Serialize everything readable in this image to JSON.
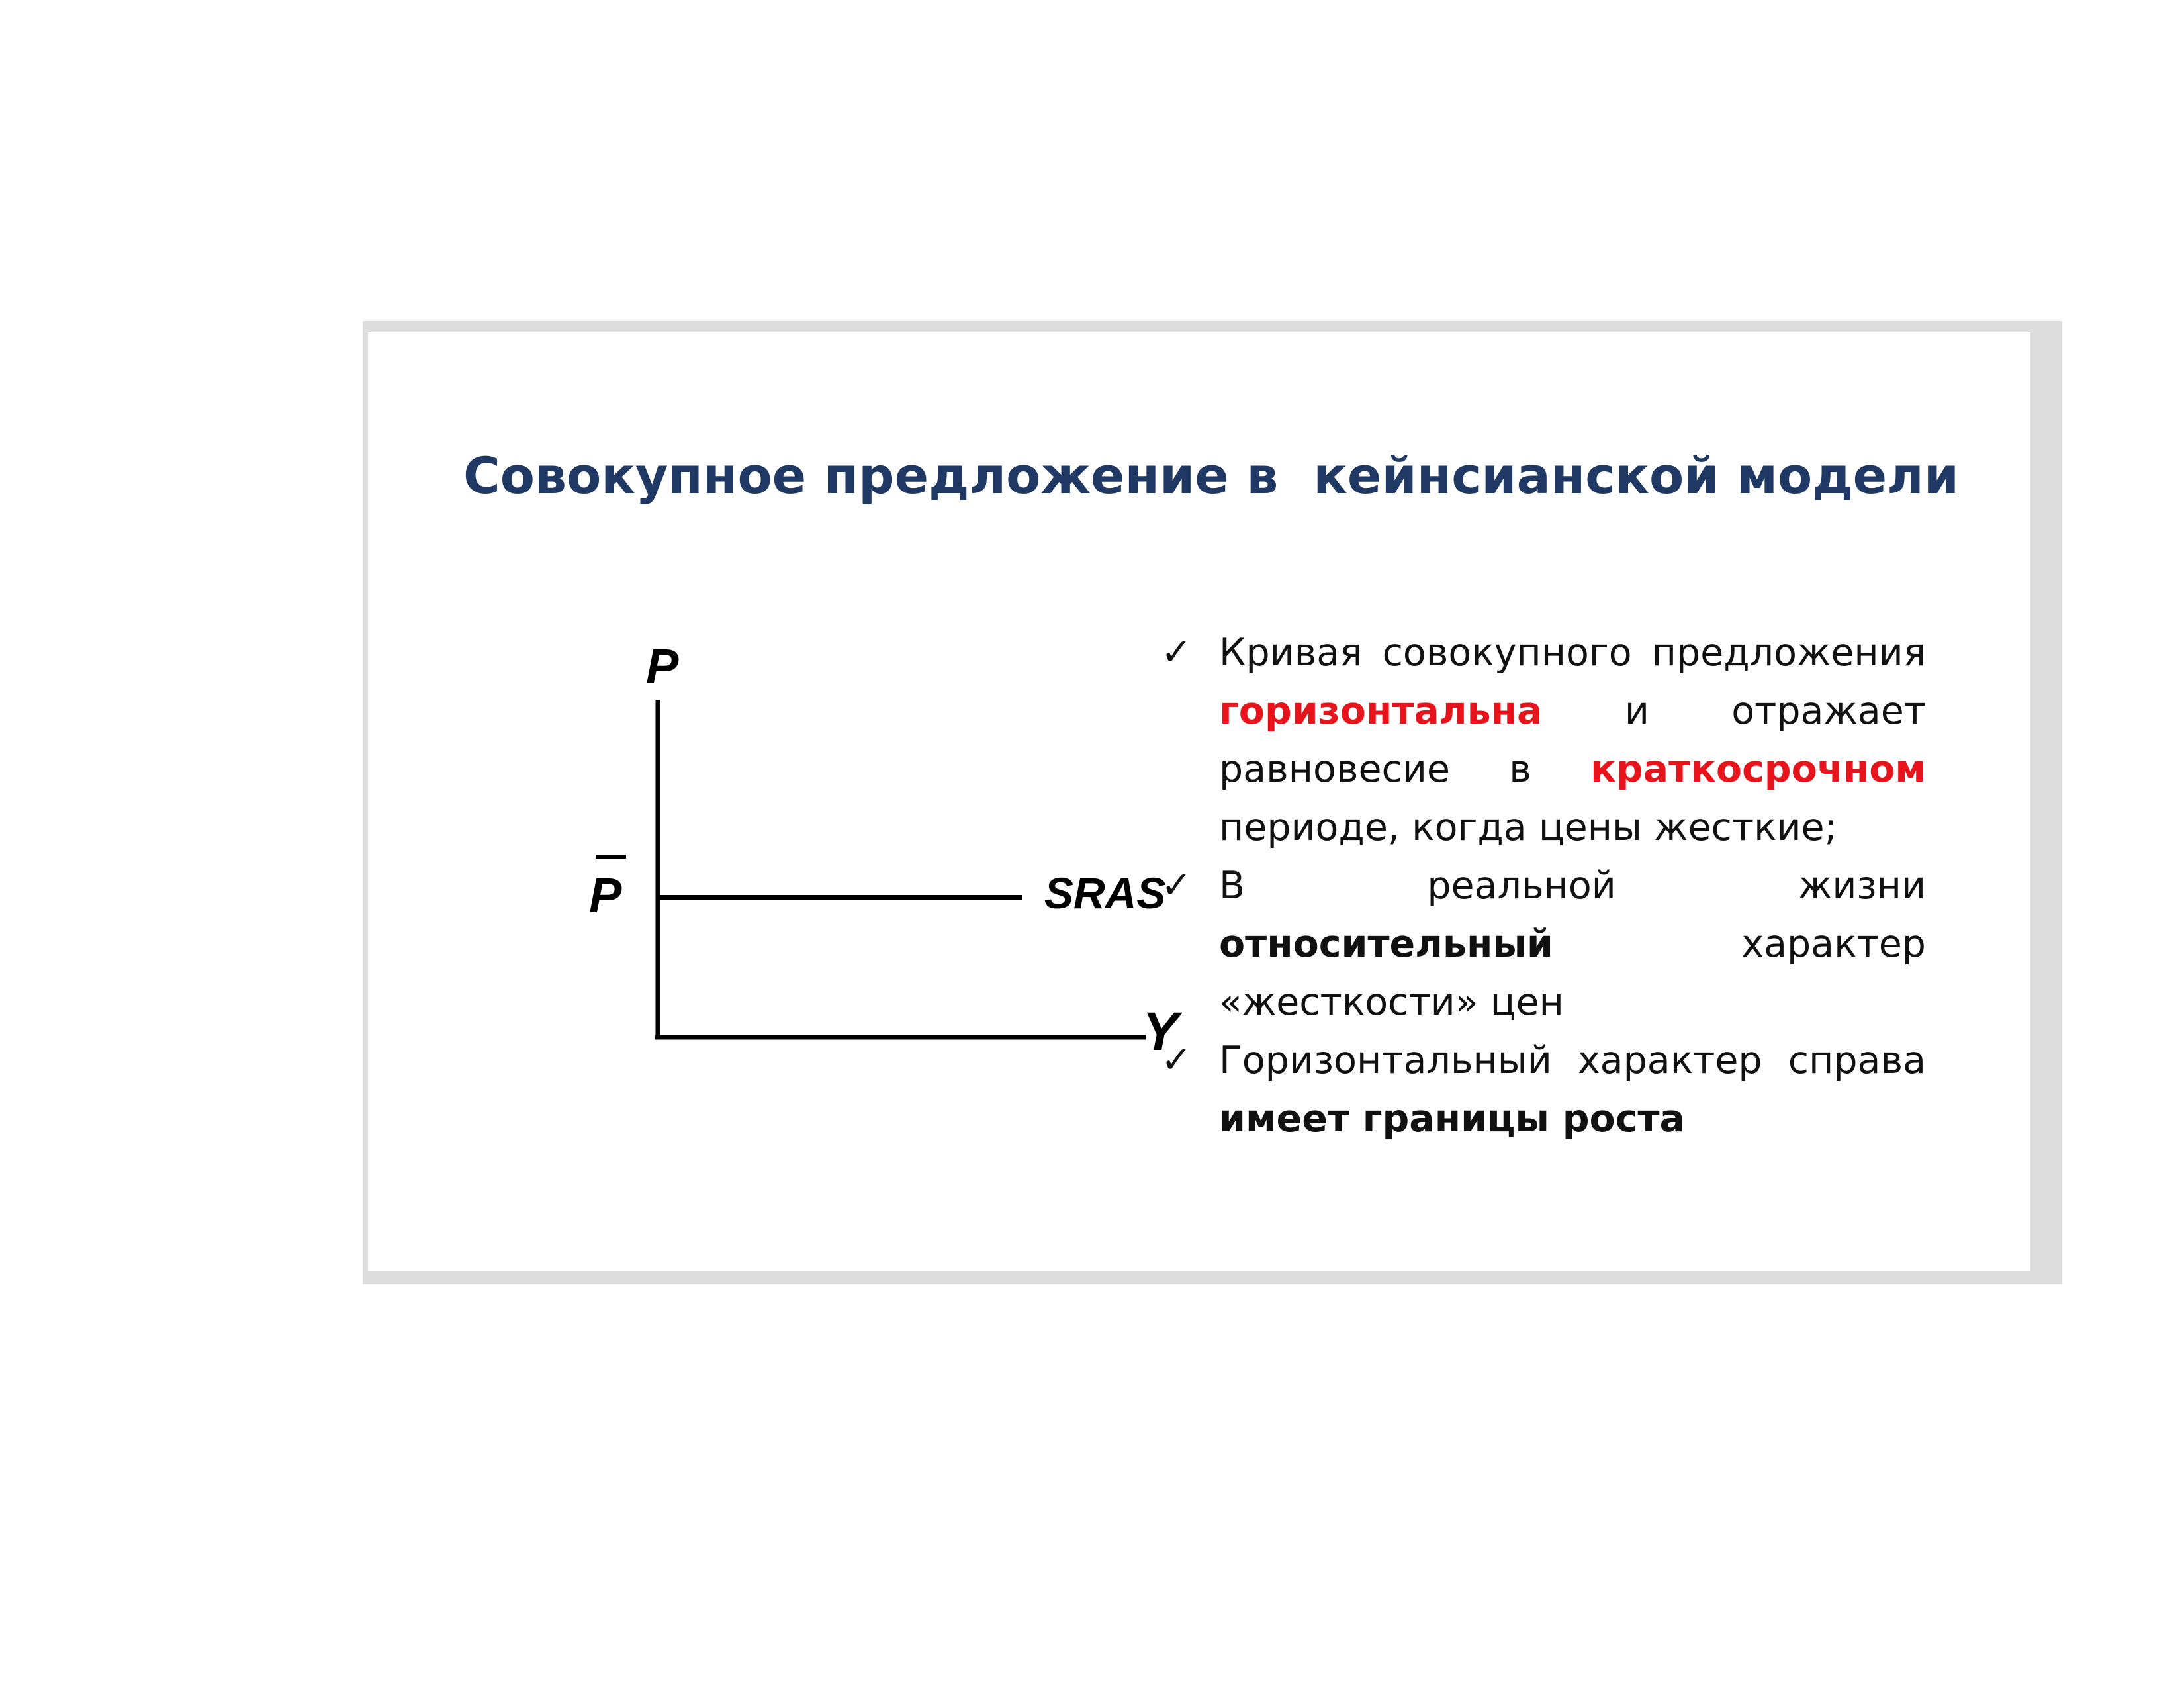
{
  "slide": {
    "title": "Совокупное предложение в  кейнсианской модели"
  },
  "chart_data": {
    "type": "line",
    "title": "",
    "ylabel": "P",
    "xlabel": "Y",
    "price_level_label": "P",
    "price_level_overbar": true,
    "series": [
      {
        "name": "SRAS",
        "shape": "horizontal"
      }
    ],
    "grid": false
  },
  "bullets": [
    {
      "parts": [
        {
          "text": "Кривая совокупного предложения ",
          "style": "normal"
        },
        {
          "text": "горизонтальна",
          "style": "red"
        },
        {
          "text": " и отражает равновесие в ",
          "style": "normal"
        },
        {
          "text": "краткосрочном",
          "style": "red"
        },
        {
          "text": " периоде, когда цены жесткие;",
          "style": "normal"
        }
      ]
    },
    {
      "parts": [
        {
          "text": "В реальной жизни ",
          "style": "normal"
        },
        {
          "text": "относительный",
          "style": "bold"
        },
        {
          "text": " характер «жесткости» цен",
          "style": "normal"
        }
      ]
    },
    {
      "parts": [
        {
          "text": "Горизонтальный характер справа ",
          "style": "normal"
        },
        {
          "text": "имеет границы роста",
          "style": "bold"
        }
      ]
    }
  ],
  "icons": {
    "bullet_marker": "check-mark-icon",
    "check_glyph": "✓"
  },
  "colors": {
    "title": "#1f3864",
    "highlight": "#e8141b",
    "text": "#111111",
    "frame": "#dddddd"
  }
}
